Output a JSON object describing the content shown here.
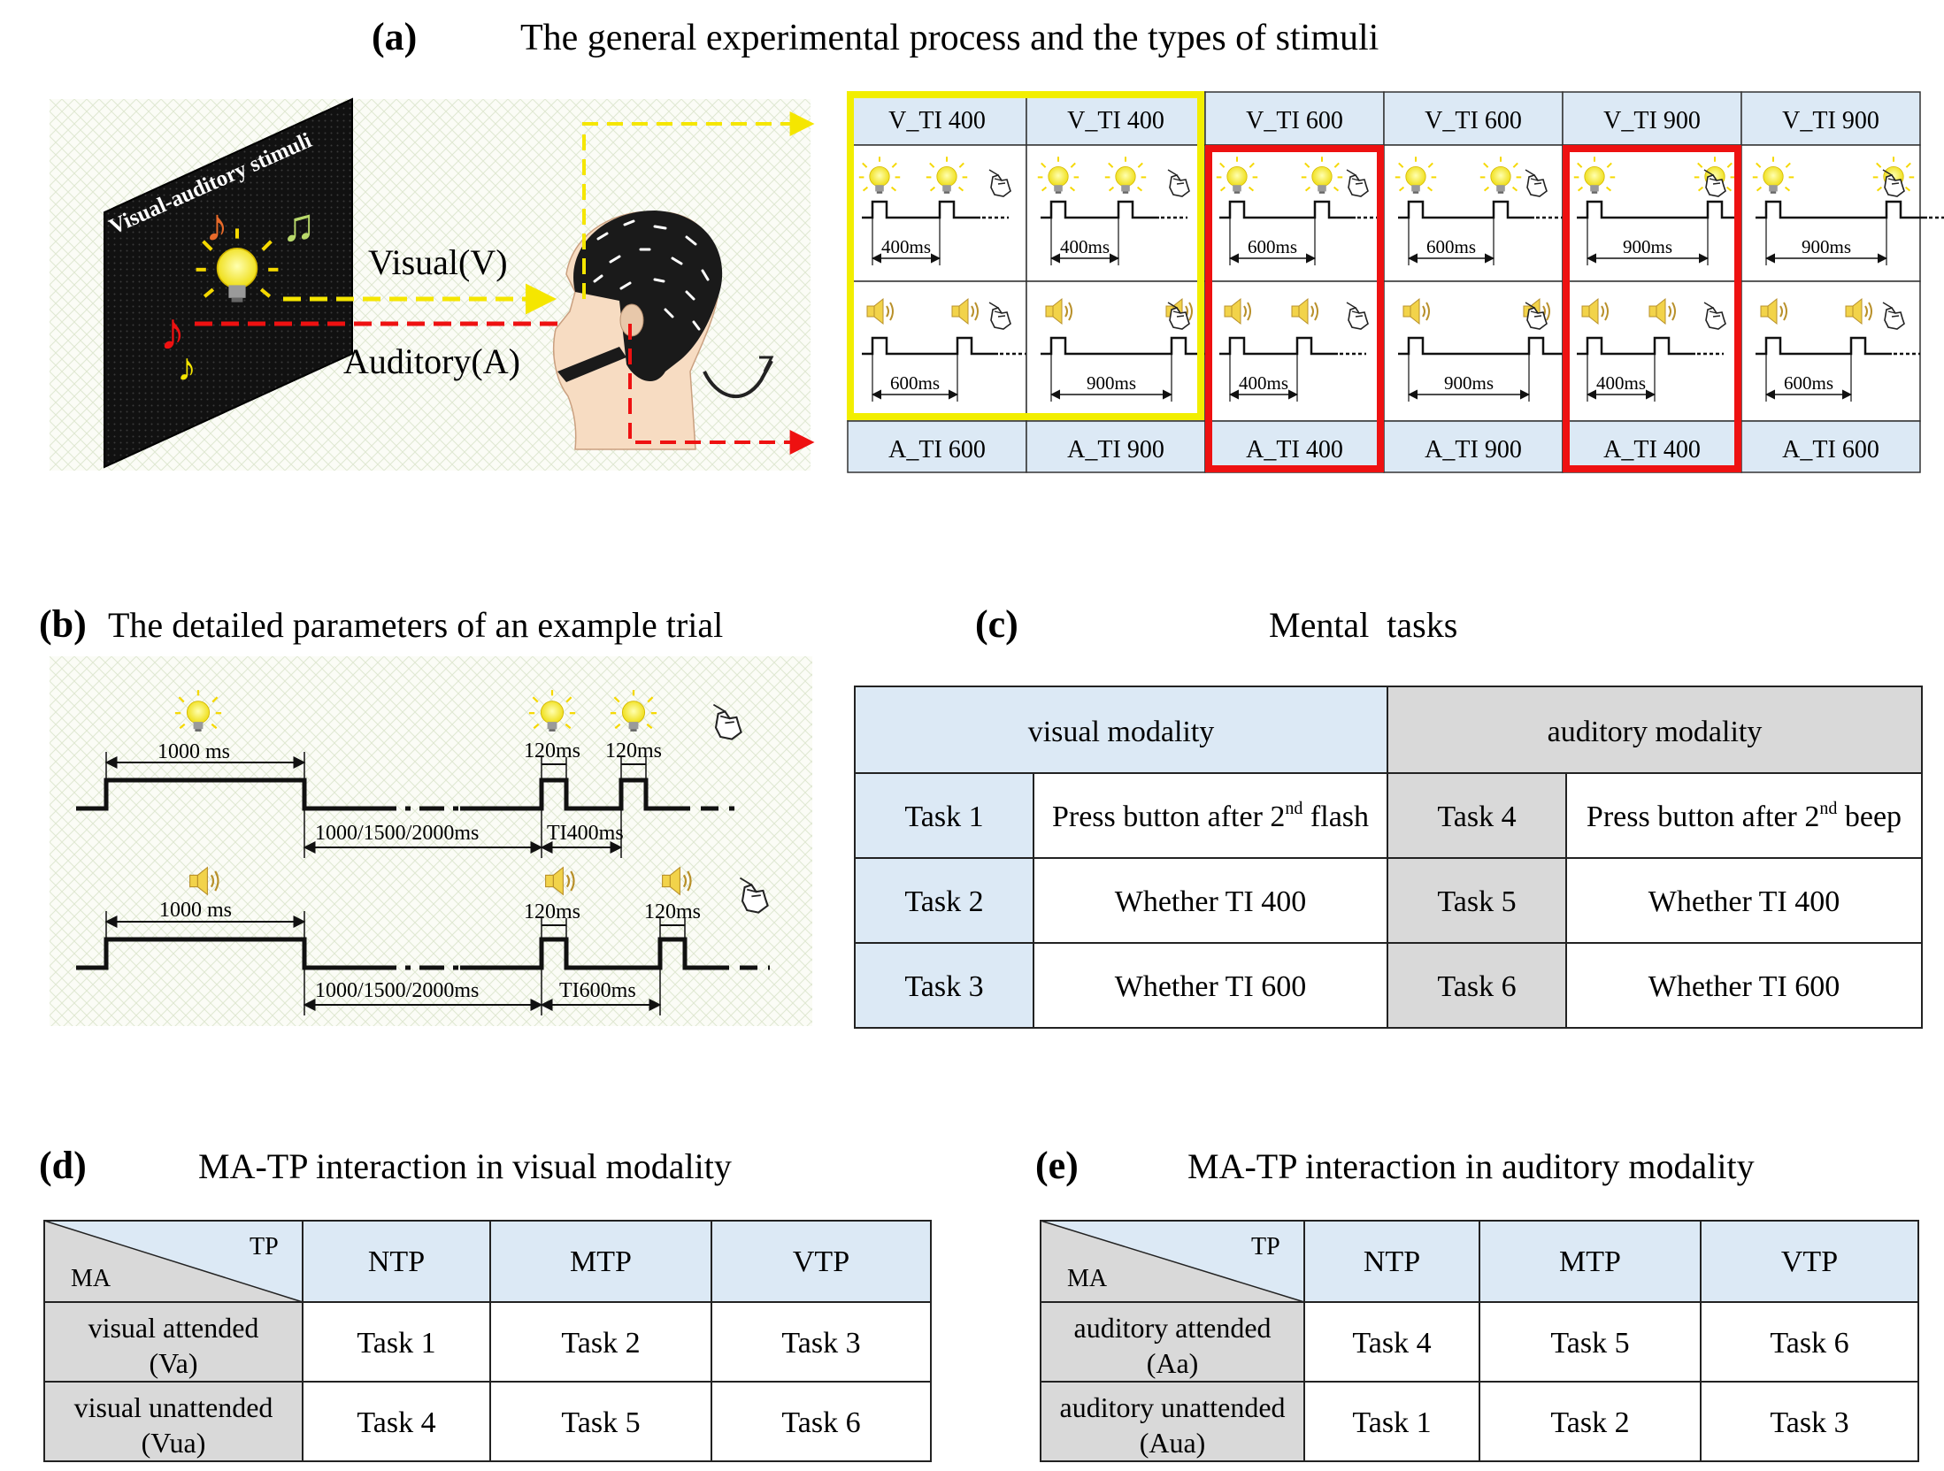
{
  "panel_a": {
    "letter": "(a)",
    "title": "The general experimental process and the types of stimuli",
    "board_label": "Visual-auditory stimuli",
    "visual_label": "Visual(V)",
    "auditory_label": "Auditory(A)",
    "columns": [
      {
        "v_top": "V_TI 400",
        "v_interval": "400ms",
        "a_interval": "600ms",
        "a_bottom": "A_TI 600"
      },
      {
        "v_top": "V_TI 400",
        "v_interval": "400ms",
        "a_interval": "900ms",
        "a_bottom": "A_TI 900"
      },
      {
        "v_top": "V_TI 600",
        "v_interval": "600ms",
        "a_interval": "400ms",
        "a_bottom": "A_TI 400"
      },
      {
        "v_top": "V_TI 600",
        "v_interval": "600ms",
        "a_interval": "900ms",
        "a_bottom": "A_TI 900"
      },
      {
        "v_top": "V_TI 900",
        "v_interval": "900ms",
        "a_interval": "400ms",
        "a_bottom": "A_TI 400"
      },
      {
        "v_top": "V_TI 900",
        "v_interval": "900ms",
        "a_interval": "600ms",
        "a_bottom": "A_TI 600"
      }
    ],
    "colors": {
      "attended_highlight": "#f2ee00",
      "congruent_highlight": "#ee1111",
      "header_fill": "#dce9f5",
      "visual_path": "#f5e600",
      "auditory_path": "#ee1111"
    }
  },
  "panel_b": {
    "letter": "(b)",
    "title": "The detailed parameters of an example trial",
    "visual_cue_duration": "1000 ms",
    "visual_isi": "1000/1500/2000ms",
    "visual_flash1": "120ms",
    "visual_flash2": "120ms",
    "visual_ti": "TI400ms",
    "audio_cue_duration": "1000 ms",
    "audio_isi": "1000/1500/2000ms",
    "audio_beep1": "120ms",
    "audio_beep2": "120ms",
    "audio_ti": "TI600ms"
  },
  "panel_c": {
    "letter": "(c)",
    "title": "Mental  tasks",
    "visual_header": "visual modality",
    "auditory_header": "auditory modality",
    "rows": [
      {
        "v_task": "Task 1",
        "v_desc_pre": "Press button after 2",
        "v_sup": "nd",
        "v_desc_post": " flash",
        "a_task": "Task 4",
        "a_desc_pre": "Press button after 2",
        "a_sup": "nd",
        "a_desc_post": " beep"
      },
      {
        "v_task": "Task 2",
        "v_desc_pre": "Whether   TI 400",
        "v_sup": "",
        "v_desc_post": "",
        "a_task": "Task 5",
        "a_desc_pre": "Whether  TI 400",
        "a_sup": "",
        "a_desc_post": ""
      },
      {
        "v_task": "Task 3",
        "v_desc_pre": "Whether    TI 600",
        "v_sup": "",
        "v_desc_post": "",
        "a_task": "Task 6",
        "a_desc_pre": "Whether    TI 600",
        "a_sup": "",
        "a_desc_post": ""
      }
    ]
  },
  "panel_d": {
    "letter": "(d)",
    "title": "MA-TP interaction in visual modality",
    "corner_tp": "TP",
    "corner_ma": "MA",
    "headers": [
      "NTP",
      "MTP",
      "VTP"
    ],
    "rows": [
      {
        "label1": "visual attended",
        "label2": "(Va)",
        "cells": [
          "Task 1",
          "Task 2",
          "Task 3"
        ]
      },
      {
        "label1": "visual unattended",
        "label2": "(Vua)",
        "cells": [
          "Task 4",
          "Task 5",
          "Task 6"
        ]
      }
    ]
  },
  "panel_e": {
    "letter": "(e)",
    "title": "MA-TP interaction in auditory modality",
    "corner_tp": "TP",
    "corner_ma": "MA",
    "headers": [
      "NTP",
      "MTP",
      "VTP"
    ],
    "rows": [
      {
        "label1": "auditory attended",
        "label2": "(Aa)",
        "cells": [
          "Task 4",
          "Task 5",
          "Task 6"
        ]
      },
      {
        "label1": "auditory unattended",
        "label2": "(Aua)",
        "cells": [
          "Task 1",
          "Task 2",
          "Task 3"
        ]
      }
    ]
  }
}
